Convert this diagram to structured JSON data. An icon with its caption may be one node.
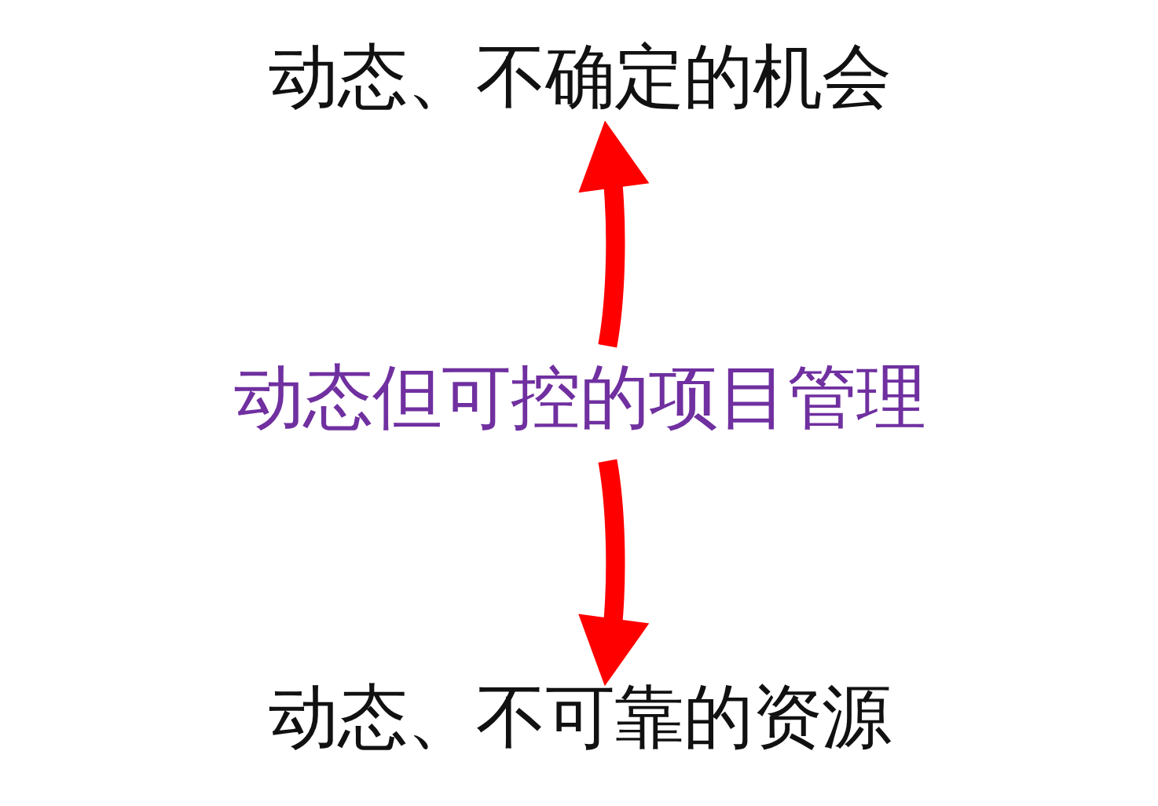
{
  "diagram": {
    "nodes": [
      {
        "text": [
          "动态、不确定的机会"
        ]
      },
      {
        "text": [
          "动态但可控的项目管理"
        ]
      },
      {
        "text": [
          "动态、不可靠的资源"
        ]
      }
    ],
    "edges": [
      {
        "from": 1,
        "to": 0,
        "arrow": "to",
        "color": "#ff0000"
      },
      {
        "from": 1,
        "to": 2,
        "arrow": "to",
        "color": "#ff0000"
      }
    ]
  }
}
